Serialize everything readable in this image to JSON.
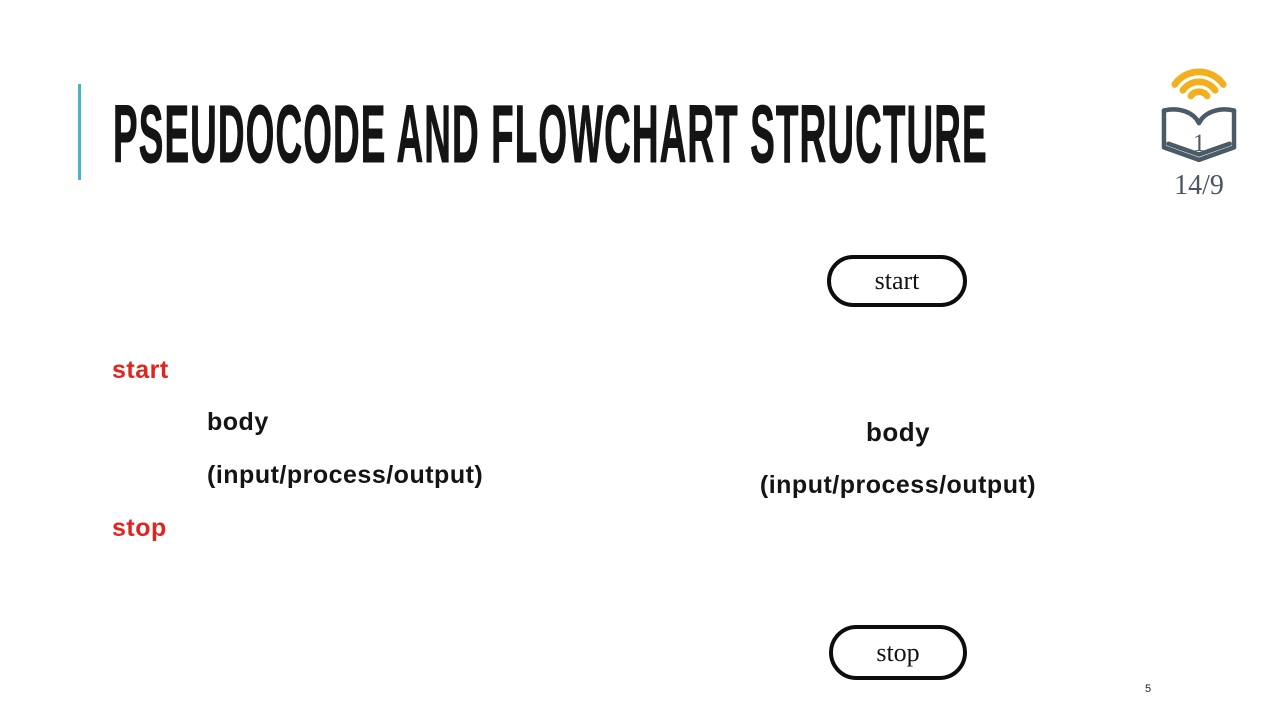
{
  "slide": {
    "title": "PSEUDOCODE AND FLOWCHART STRUCTURE",
    "page_number": "5"
  },
  "logo": {
    "icon": "book-wifi-logo",
    "book_number": "1",
    "caption": "14/9"
  },
  "pseudocode": {
    "start": "start",
    "body": "body",
    "io": "(input/process/output)",
    "stop": "stop"
  },
  "flowchart": {
    "start_label": "start",
    "body_line1": "body",
    "body_line2": "(input/process/output)",
    "stop_label": "stop"
  },
  "colors": {
    "accent_red": "#e2231e",
    "accent_teal": "#49b5c4",
    "ink": "#141414",
    "slate": "#4a5a67",
    "gold": "#f2af1e",
    "caption_gray": "#4a5562"
  }
}
